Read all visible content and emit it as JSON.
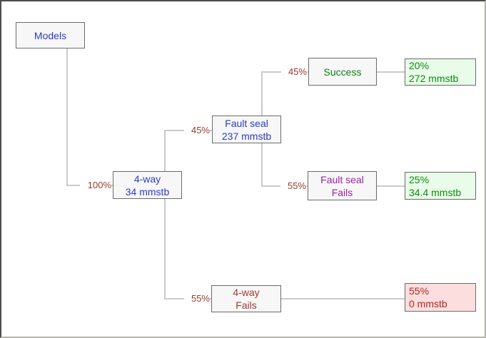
{
  "tree": {
    "nodes": [
      {
        "id": "models",
        "label_lines": [
          "Models"
        ],
        "text_color": "#2e3bc4"
      },
      {
        "id": "four-way",
        "label_lines": [
          "4-way",
          "34 mmstb"
        ],
        "text_color": "#2e3bc4"
      },
      {
        "id": "fault-seal",
        "label_lines": [
          "Fault seal",
          "237 mmstb"
        ],
        "text_color": "#2e3bc4"
      },
      {
        "id": "success",
        "label_lines": [
          "Success"
        ],
        "text_color": "#0d7d13"
      },
      {
        "id": "fault-seal-fails",
        "label_lines": [
          "Fault seal",
          "Fails"
        ],
        "text_color": "#a320a3"
      },
      {
        "id": "four-way-fails",
        "label_lines": [
          "4-way",
          "Fails"
        ],
        "text_color": "#9b3a32"
      }
    ],
    "edges": [
      {
        "from": "models",
        "to": "four-way",
        "probability": "100%"
      },
      {
        "from": "four-way",
        "to": "fault-seal",
        "probability": "45%"
      },
      {
        "from": "fault-seal",
        "to": "success",
        "probability": "45%"
      },
      {
        "from": "fault-seal",
        "to": "fault-seal-fails",
        "probability": "55%"
      },
      {
        "from": "four-way",
        "to": "four-way-fails",
        "probability": "55%"
      }
    ],
    "outcomes": [
      {
        "id": "success-outcome",
        "probability": "20%",
        "volume": "272 mmstb",
        "status": "positive"
      },
      {
        "id": "fault-seal-fails-outcome",
        "probability": "25%",
        "volume": "34.4 mmstb",
        "status": "positive"
      },
      {
        "id": "four-way-fails-outcome",
        "probability": "55%",
        "volume": "0 mmstb",
        "status": "negative"
      }
    ],
    "colors": {
      "node_text_blue": "#2e3bc4",
      "success_green": "#0d7d13",
      "fails_magenta": "#a320a3",
      "fails_maroon": "#9b3a32",
      "probability_label": "#9b3a32",
      "outcome_positive_bg": "#e9fbe9",
      "outcome_positive_text": "#0d8c0d",
      "outcome_negative_bg": "#fcdede",
      "outcome_negative_text": "#b32424",
      "connector": "#cacaca",
      "node_bg": "#f7f7f7",
      "node_border": "#6b6b6b"
    }
  }
}
